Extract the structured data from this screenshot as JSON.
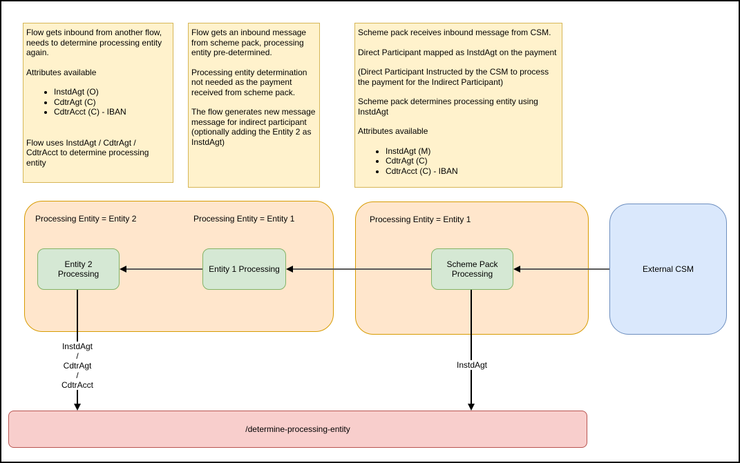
{
  "colors": {
    "note_fill": "#fff2cc",
    "note_border": "#d6b656",
    "group_fill": "#ffe6cc",
    "group_border": "#d79b00",
    "node_fill": "#d5e8d4",
    "node_border": "#82b366",
    "csm_fill": "#dae8fc",
    "csm_border": "#6c8ebf",
    "endpoint_fill": "#f8cecc",
    "endpoint_border": "#b85450",
    "edge": "#595959"
  },
  "notes": [
    {
      "p": [
        "Flow gets inbound from another flow, needs to determine processing entity again.",
        "Attributes available"
      ],
      "bullets": [
        "InstdAgt (O)",
        "CdtrAgt (C)",
        "CdtrAcct (C) - IBAN"
      ],
      "footer": "Flow uses InstdAgt / CdtrAgt / CdtrAcct to determine processing entity"
    },
    {
      "p": [
        "Flow gets an inbound message from scheme pack, processing entity pre-determined.",
        "Processing entity determination not needed as the payment received from scheme pack.",
        "The flow generates new message message for indirect participant (optionally adding the Entity 2 as InstdAgt)"
      ]
    },
    {
      "p": [
        "Scheme pack receives inbound message from CSM.",
        "Direct Participant mapped as InstdAgt on the payment",
        "(Direct Participant Instructed by the CSM to process the payment for the Indirect Participant)",
        "Scheme pack determines processing entity using InstdAgt",
        "Attributes available"
      ],
      "bullets": [
        "InstdAgt (M)",
        "CdtrAgt (C)",
        "CdtrAcct (C) - IBAN"
      ]
    }
  ],
  "groups": [
    {
      "label_left": "Processing Entity = Entity 2",
      "label_right": "Processing Entity = Entity 1"
    },
    {
      "label": "Processing Entity = Entity 1"
    }
  ],
  "nodes": {
    "entity2": "Entity 2 Processing",
    "entity1": "Entity 1 Processing",
    "scheme_pack": "Scheme Pack Processing",
    "external_csm": "External CSM",
    "endpoint": "/determine-processing-entity"
  },
  "edge_labels": {
    "entity2_to_endpoint": [
      "InstdAgt",
      "/",
      "CdtrAgt",
      "/",
      "CdtrAcct"
    ],
    "scheme_pack_to_endpoint": "InstdAgt"
  }
}
